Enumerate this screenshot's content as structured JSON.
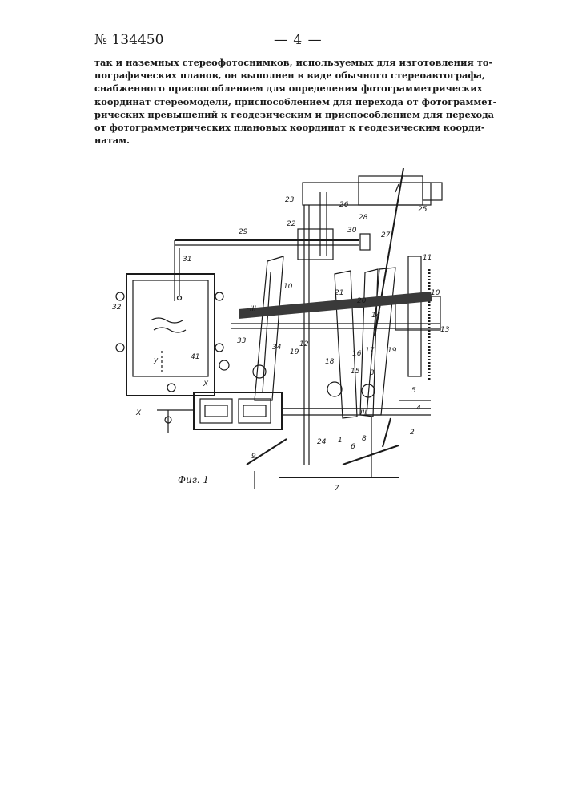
{
  "header": {
    "patent_number": "№ 134450",
    "page_number": "— 4 —"
  },
  "body": {
    "lines": [
      "так и наземных стереофотоснимков, используемых для изготовления то-",
      "пографических планов, он выполнен в виде обычного стереоавтографа,",
      "снабженного приспособлением для определения фотограмметрических",
      "координат стереомодели, приспособлением для перехода от фотограммет-",
      "рических превышений к геодезическим и приспособлением для перехода",
      "от фотограмметрических плановых координат к геодезическим коорди-",
      "натам."
    ]
  },
  "figure": {
    "caption": "Фиг. 1",
    "labels": [
      "1",
      "2",
      "3",
      "4",
      "5",
      "6",
      "7",
      "8",
      "9",
      "10",
      "10",
      "11",
      "12",
      "13",
      "14",
      "15",
      "16",
      "17",
      "18",
      "19",
      "19",
      "20",
      "21",
      "22",
      "23",
      "24",
      "25",
      "26",
      "27",
      "28",
      "29",
      "30",
      "31",
      "32",
      "33",
      "34",
      "41",
      "III",
      "III",
      "X",
      "X",
      "y"
    ]
  }
}
